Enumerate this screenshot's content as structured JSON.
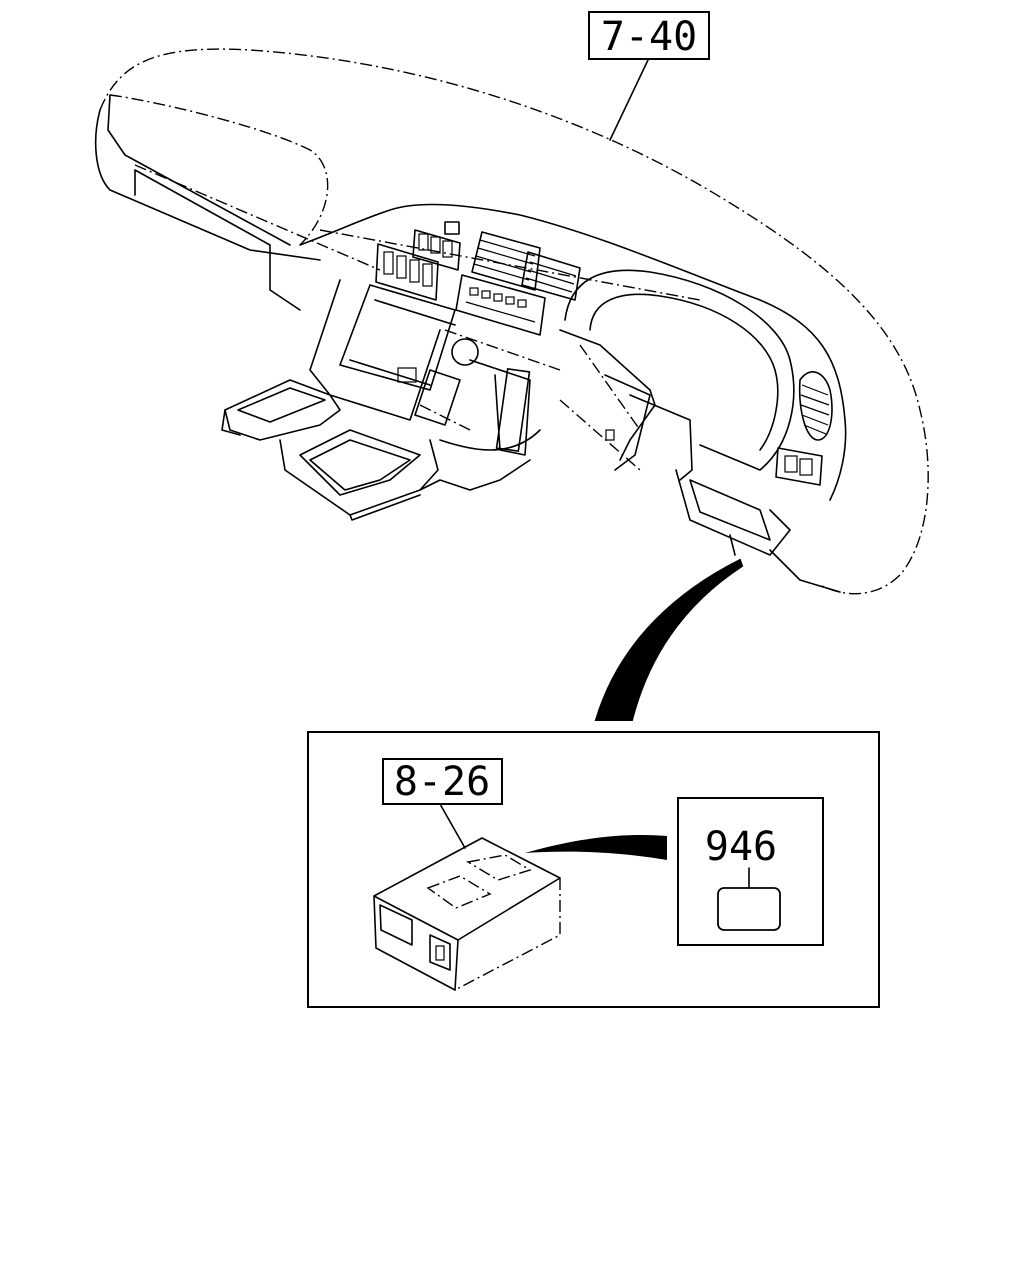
{
  "callouts": {
    "dashboard_ref": "7-40",
    "module_ref": "8-26",
    "part_number": "946"
  }
}
